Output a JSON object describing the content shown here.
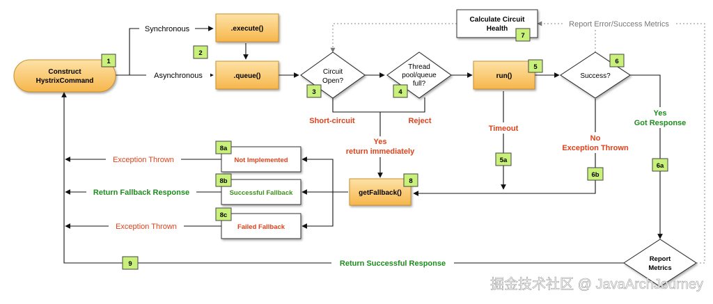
{
  "diagram": {
    "nodes": {
      "construct": {
        "line1": "Construct",
        "line2": "HystrixCommand",
        "badge": "1"
      },
      "execute": {
        "label": ".execute()"
      },
      "queue": {
        "label": ".queue()"
      },
      "badge2": {
        "badge": "2"
      },
      "circuit": {
        "line1": "Circuit",
        "line2": "Open?",
        "badge": "3"
      },
      "thread": {
        "line1": "Thread",
        "line2": "pool/queue",
        "line3": "full?",
        "badge": "4"
      },
      "run": {
        "label": "run()",
        "badge": "5"
      },
      "success": {
        "label": "Success?",
        "badge": "6"
      },
      "health": {
        "line1": "Calculate Circuit",
        "line2": "Health",
        "badge": "7"
      },
      "fallback": {
        "label": "getFallback()",
        "badge": "8"
      },
      "not_impl": {
        "label": "Not Implemented",
        "badge": "8a"
      },
      "succ_fallback": {
        "label": "Successful Fallback",
        "badge": "8b"
      },
      "failed_fallback": {
        "label": "Failed Fallback",
        "badge": "8c"
      },
      "report": {
        "line1": "Report",
        "line2": "Metrics"
      },
      "badge5a": {
        "badge": "5a"
      },
      "badge6a": {
        "badge": "6a"
      },
      "badge6b": {
        "badge": "6b"
      },
      "badge9": {
        "badge": "9"
      }
    },
    "edge_labels": {
      "synchronous": "Synchronous",
      "asynchronous": "Asynchronous",
      "short_circuit": "Short-circuit",
      "reject": "Reject",
      "yes_return_1": "Yes",
      "yes_return_2": "return immediately",
      "timeout": "Timeout",
      "no_exception_1": "No",
      "no_exception_2": "Exception Thrown",
      "yes_got_1": "Yes",
      "yes_got_2": "Got Response",
      "report_metrics": "Report Error/Success Metrics",
      "exception_thrown_a": "Exception Thrown",
      "return_fallback": "Return Fallback Response",
      "exception_thrown_c": "Exception Thrown",
      "return_successful": "Return Successful Response"
    },
    "watermark": "掘金技术社区 @ JavaArchJourney",
    "colors": {
      "box_fill": "#fbc96a",
      "box_stroke": "#d19a33",
      "badge_fill": "#c8f07a",
      "badge_stroke": "#444444",
      "red_text": "#e0401a",
      "green_text": "#1e8b1e",
      "gray_text": "#777777"
    }
  }
}
